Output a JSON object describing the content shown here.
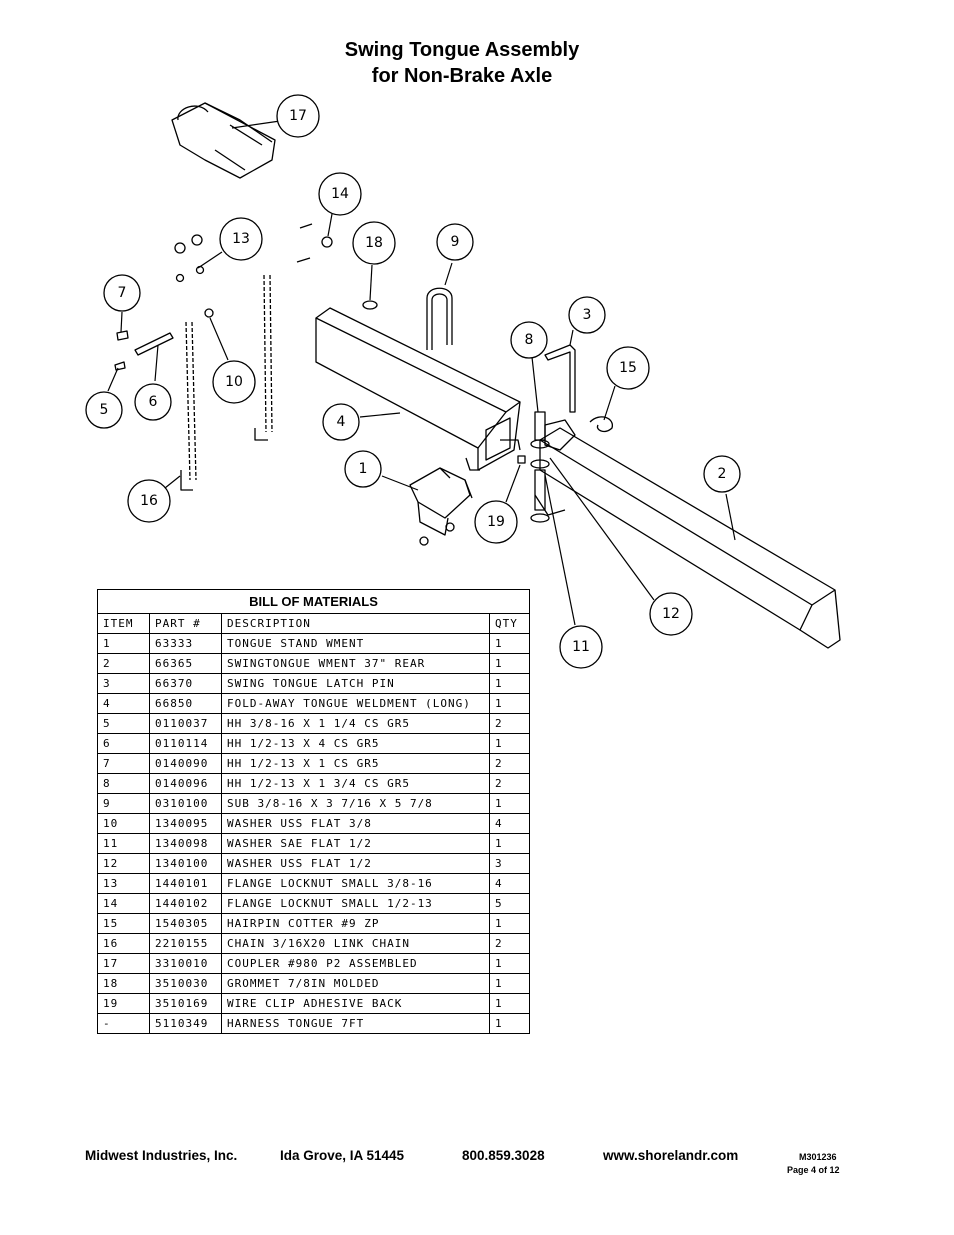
{
  "title": {
    "line1": "Swing Tongue Assembly",
    "line2": "for Non-Brake Axle"
  },
  "callouts": [
    "17",
    "14",
    "13",
    "18",
    "9",
    "7",
    "8",
    "3",
    "15",
    "10",
    "5",
    "6",
    "4",
    "1",
    "2",
    "16",
    "19",
    "12",
    "11"
  ],
  "bom": {
    "title": "BILL OF MATERIALS",
    "columns": [
      "ITEM",
      "PART #",
      "DESCRIPTION",
      "QTY"
    ],
    "rows": [
      [
        "1",
        "63333",
        "TONGUE STAND WMENT",
        "1"
      ],
      [
        "2",
        "66365",
        "SWINGTONGUE WMENT 37\" REAR",
        "1"
      ],
      [
        "3",
        "66370",
        "SWING TONGUE LATCH PIN",
        "1"
      ],
      [
        "4",
        "66850",
        "FOLD-AWAY TONGUE WELDMENT (LONG)",
        "1"
      ],
      [
        "5",
        "0110037",
        "HH 3/8-16 X 1 1/4 CS GR5",
        "2"
      ],
      [
        "6",
        "0110114",
        "HH 1/2-13 X 4 CS GR5",
        "1"
      ],
      [
        "7",
        "0140090",
        "HH 1/2-13 X 1 CS GR5",
        "2"
      ],
      [
        "8",
        "0140096",
        "HH 1/2-13 X 1 3/4 CS GR5",
        "2"
      ],
      [
        "9",
        "0310100",
        "SUB 3/8-16 X 3 7/16 X 5 7/8",
        "1"
      ],
      [
        "10",
        "1340095",
        "WASHER USS FLAT 3/8",
        "4"
      ],
      [
        "11",
        "1340098",
        "WASHER SAE FLAT 1/2",
        "1"
      ],
      [
        "12",
        "1340100",
        "WASHER USS FLAT 1/2",
        "3"
      ],
      [
        "13",
        "1440101",
        "FLANGE LOCKNUT SMALL 3/8-16",
        "4"
      ],
      [
        "14",
        "1440102",
        "FLANGE LOCKNUT SMALL 1/2-13",
        "5"
      ],
      [
        "15",
        "1540305",
        "HAIRPIN COTTER #9 ZP",
        "1"
      ],
      [
        "16",
        "2210155",
        "CHAIN 3/16X20 LINK CHAIN",
        "2"
      ],
      [
        "17",
        "3310010",
        "COUPLER #980 P2 ASSEMBLED",
        "1"
      ],
      [
        "18",
        "3510030",
        "GROMMET  7/8IN MOLDED",
        "1"
      ],
      [
        "19",
        "3510169",
        "WIRE CLIP  ADHESIVE BACK",
        "1"
      ],
      [
        "-",
        "5110349",
        "HARNESS  TONGUE 7FT",
        "1"
      ]
    ]
  },
  "footer": {
    "company": "Midwest Industries, Inc.",
    "city": "Ida Grove, IA  51445",
    "phone": "800.859.3028",
    "website": "www.shorelandr.com",
    "doc_number": "M301236",
    "page": "Page 4 of 12"
  }
}
